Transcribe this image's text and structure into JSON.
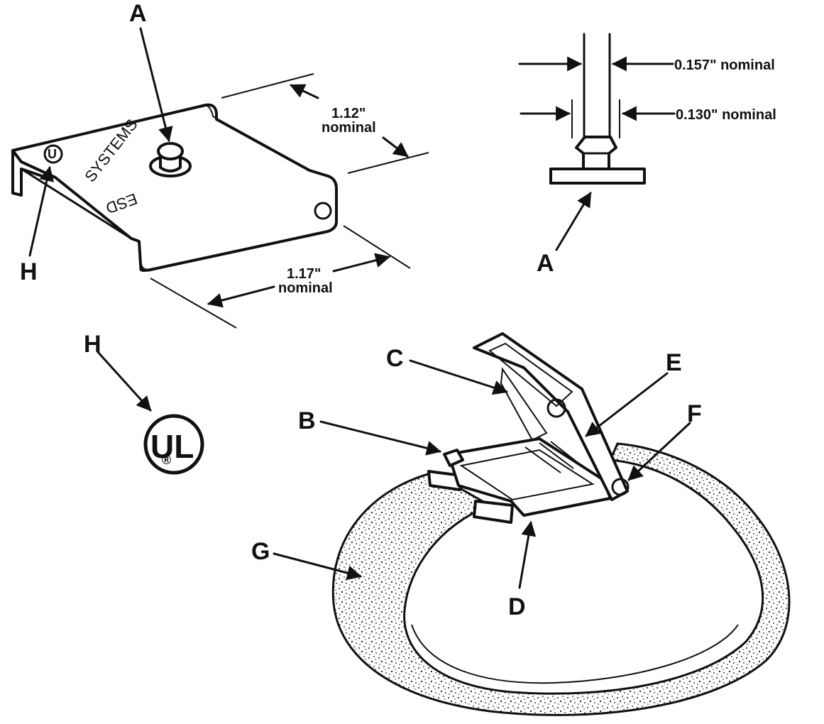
{
  "callouts": {
    "a_top": "A",
    "a_snap": "A",
    "h_plate": "H",
    "h_ul": "H",
    "b": "B",
    "c": "C",
    "d": "D",
    "e": "E",
    "f": "F",
    "g": "G"
  },
  "dimensions": {
    "width_value": "1.12\"",
    "width_unit": "nominal",
    "length_value": "1.17\"",
    "length_unit": "nominal",
    "outer_diameter": "0.157\" nominal",
    "neck_diameter": "0.130\" nominal"
  },
  "plate_engraving": {
    "word1": "SYSTEMS",
    "word2": "ESD"
  },
  "ul_mark": {
    "letters": "UL",
    "registered": "®"
  },
  "colors": {
    "ink": "#111111",
    "paper": "#ffffff"
  }
}
